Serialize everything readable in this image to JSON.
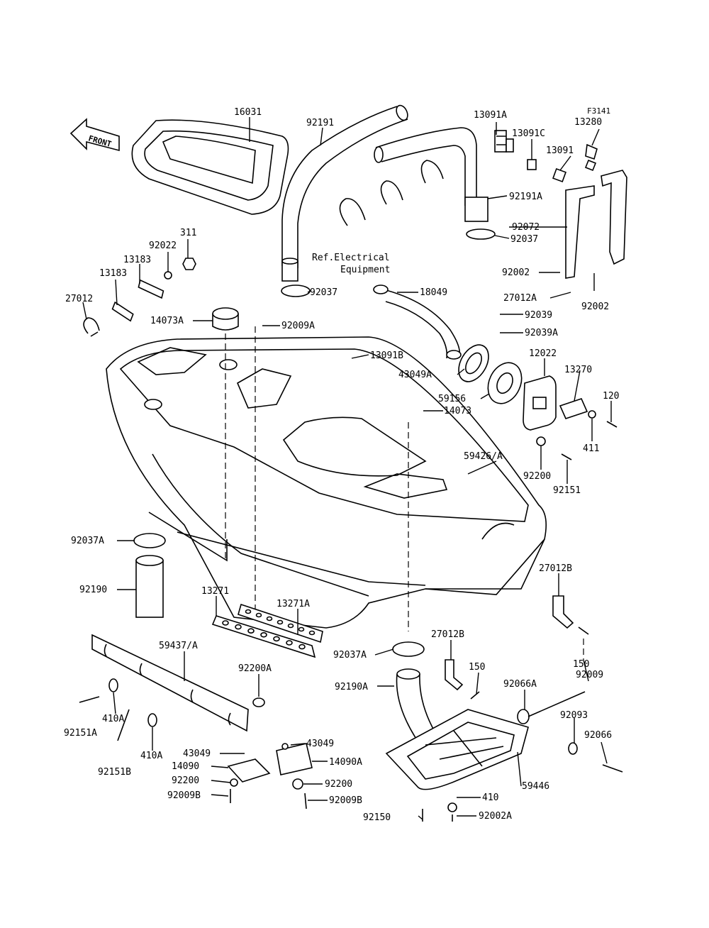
{
  "diagram_id": "F3141",
  "front_label": "FRONT",
  "reference_note": [
    "Ref.Electrical",
    "Equipment"
  ],
  "labels": [
    {
      "id": "16031",
      "text": "16031"
    },
    {
      "id": "92191",
      "text": "92191"
    },
    {
      "id": "13091A",
      "text": "13091A"
    },
    {
      "id": "13091C",
      "text": "13091C"
    },
    {
      "id": "13280",
      "text": "13280"
    },
    {
      "id": "13091",
      "text": "13091"
    },
    {
      "id": "92191A",
      "text": "92191A"
    },
    {
      "id": "92072",
      "text": "92072"
    },
    {
      "id": "92037-top",
      "text": "92037"
    },
    {
      "id": "311",
      "text": "311"
    },
    {
      "id": "92022",
      "text": "92022"
    },
    {
      "id": "13183-a",
      "text": "13183"
    },
    {
      "id": "13183-b",
      "text": "13183"
    },
    {
      "id": "27012",
      "text": "27012"
    },
    {
      "id": "92037-mid",
      "text": "92037"
    },
    {
      "id": "92002-a",
      "text": "92002"
    },
    {
      "id": "92002-b",
      "text": "92002"
    },
    {
      "id": "18049",
      "text": "18049"
    },
    {
      "id": "27012A",
      "text": "27012A"
    },
    {
      "id": "92039",
      "text": "92039"
    },
    {
      "id": "92039A",
      "text": "92039A"
    },
    {
      "id": "14073A",
      "text": "14073A"
    },
    {
      "id": "92009A",
      "text": "92009A"
    },
    {
      "id": "13091B",
      "text": "13091B"
    },
    {
      "id": "12022",
      "text": "12022"
    },
    {
      "id": "13270",
      "text": "13270"
    },
    {
      "id": "43049A",
      "text": "43049A"
    },
    {
      "id": "59156",
      "text": "59156"
    },
    {
      "id": "120",
      "text": "120"
    },
    {
      "id": "14073",
      "text": "14073"
    },
    {
      "id": "411",
      "text": "411"
    },
    {
      "id": "59426A",
      "text": "59426/A"
    },
    {
      "id": "92200-r",
      "text": "92200"
    },
    {
      "id": "92151-r",
      "text": "92151"
    },
    {
      "id": "92037A-l",
      "text": "92037A"
    },
    {
      "id": "92190",
      "text": "92190"
    },
    {
      "id": "27012B-r",
      "text": "27012B"
    },
    {
      "id": "13271",
      "text": "13271"
    },
    {
      "id": "13271A",
      "text": "13271A"
    },
    {
      "id": "59437A",
      "text": "59437/A"
    },
    {
      "id": "92037A-c",
      "text": "92037A"
    },
    {
      "id": "27012B-c",
      "text": "27012B"
    },
    {
      "id": "150-a",
      "text": "150"
    },
    {
      "id": "150-b",
      "text": "150"
    },
    {
      "id": "92009",
      "text": "92009"
    },
    {
      "id": "92200A",
      "text": "92200A"
    },
    {
      "id": "92190A",
      "text": "92190A"
    },
    {
      "id": "92066A",
      "text": "92066A"
    },
    {
      "id": "92093",
      "text": "92093"
    },
    {
      "id": "410A-a",
      "text": "410A"
    },
    {
      "id": "410A-b",
      "text": "410A"
    },
    {
      "id": "92151A",
      "text": "92151A"
    },
    {
      "id": "92151B",
      "text": "92151B"
    },
    {
      "id": "92066",
      "text": "92066"
    },
    {
      "id": "43049-a",
      "text": "43049"
    },
    {
      "id": "43049-b",
      "text": "43049"
    },
    {
      "id": "14090",
      "text": "14090"
    },
    {
      "id": "14090A",
      "text": "14090A"
    },
    {
      "id": "92200-l",
      "text": "92200"
    },
    {
      "id": "92200-c",
      "text": "92200"
    },
    {
      "id": "92009B-l",
      "text": "92009B"
    },
    {
      "id": "92009B-c",
      "text": "92009B"
    },
    {
      "id": "59446",
      "text": "59446"
    },
    {
      "id": "410",
      "text": "410"
    },
    {
      "id": "92150",
      "text": "92150"
    },
    {
      "id": "92002A",
      "text": "92002A"
    }
  ]
}
